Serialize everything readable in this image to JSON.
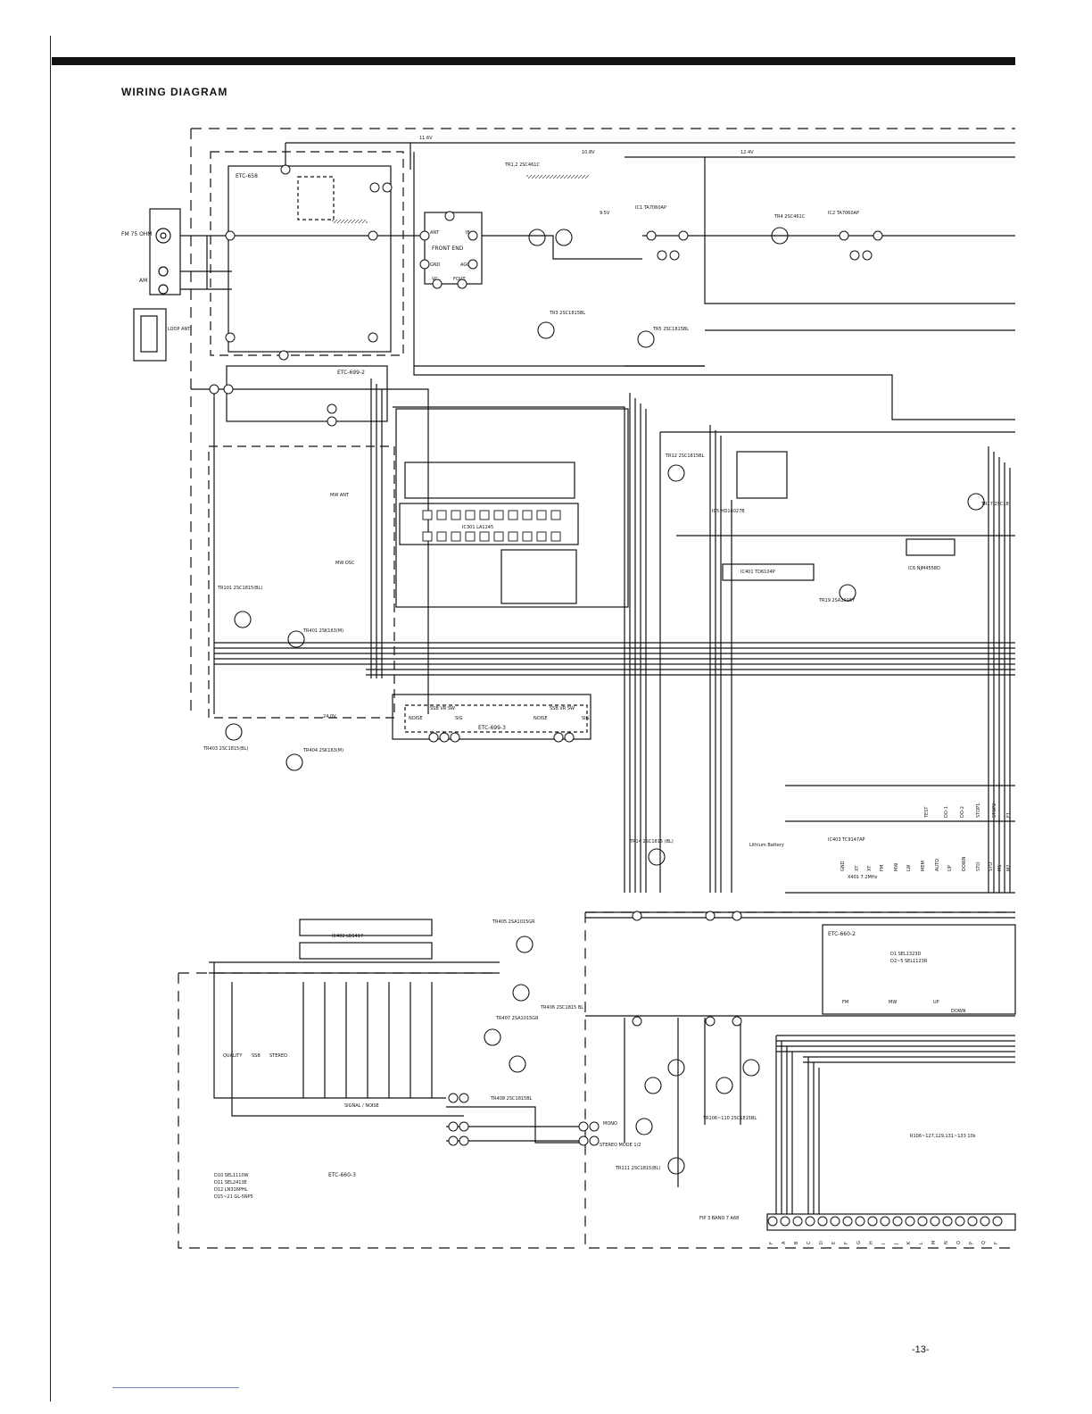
{
  "header": {
    "title": "WIRING DIAGRAM",
    "page_number": "-13-"
  },
  "boards": {
    "b658": "ETC-658",
    "b699_2": "ETC-699-2",
    "b699_3": "ETC-699-3",
    "b660_2": "ETC-660-2",
    "b660_3": "ETC-660-3"
  },
  "io": {
    "fm_ant": "FM 75 OHM",
    "am": "AM",
    "loop_ant": "LOOP ANT",
    "mw_ant": "MW ANT",
    "mw_osc": "MW OSC"
  },
  "front_end": {
    "title": "FRONT END",
    "ant": "ANT",
    "if": "IF",
    "gnd": "GND",
    "agc": "AGC",
    "vc": "VC",
    "fout": "FOUT"
  },
  "ics": {
    "ic1": "IC1 TA7060AP",
    "ic2": "IC2 TA7060AP",
    "ic5": "IC5 HD14027B",
    "ic6": "IC6 NJM4558D",
    "ic301": "IC301 LA1245",
    "ic401": "IC401 TD6104P",
    "ic402": "IC402 LB1417",
    "ic403": "IC403 TC9147AP"
  },
  "transistors": {
    "tr1": "TR1,2 2SC461C",
    "tr3": "TR3 2SC1815BL",
    "tr4": "TR4 2SC461C",
    "tr5": "TR5 2SC1815BL",
    "tr12": "TR12 2SC1815BL",
    "tr17": "TR17 2SC18",
    "tr19": "TR19 2SA1015Y",
    "tr101": "TR101 2SC1815(BL)",
    "tr401": "TR401 2SK163(M)",
    "tr403": "TR403 2SC1815(BL)",
    "tr404": "TR404 2SK163(M)",
    "tr405": "TR405 2SA1015GR",
    "tr406": "TR406 2SC1815 BL",
    "tr407": "TR407 2SA1015GR",
    "tr408": "TR408 2SC1815BL",
    "tr14": "TR14 2SC1815 (BL)",
    "tr106": "TR106~110 2SC1815BL",
    "tr111": "TR111 2SC1815(BL)"
  },
  "switches": {
    "ssb_vr_sw": "SSB VR SW",
    "noise": "NOISE",
    "sig": "SIG"
  },
  "labels": {
    "signal_noise": "SIGNAL / NOISE",
    "quality": "QUALITY",
    "ssb": "SSB",
    "stereo": "STEREO",
    "mono": "MONO",
    "stereo_mode": "STEREO MODE 1/2",
    "lithium_battery": "Lithium Battery",
    "fip": "FIP 3 BAND 7 A68",
    "x401": "X401 7.2MHz",
    "fm": "FM",
    "mw": "MW",
    "up": "UP",
    "down": "DOWN",
    "d1": "D1 SEL1323D",
    "d2": "D2~5 SEL1123R",
    "r106_note": "R106~127,129,131~133 10k"
  },
  "legend_notes": [
    "D10 SEL1110W",
    "D11 SEL2413E",
    "D12 LN316PHL",
    "D15~21 GL-5NP5"
  ],
  "voltages": {
    "v_11_6": "11.6V",
    "v_10_8": "10.8V",
    "v_12_4": "12.4V",
    "v_9_5": "9.5V",
    "v_24": "24.0V"
  },
  "pins_ic403": [
    "TEST",
    "DO-1",
    "DO-2",
    "STOP1",
    "STOP2",
    "E1"
  ],
  "pins_ic403_low": [
    "GND",
    "XT",
    "XT",
    "FM",
    "MW",
    "LW",
    "MEM",
    "AUTO",
    "UP",
    "DOWN",
    "STO",
    "STO",
    "M1",
    "M2"
  ],
  "pins_fip": [
    "F",
    "A",
    "B",
    "C",
    "D",
    "E",
    "F",
    "G",
    "H",
    "I",
    "J",
    "K",
    "L",
    "M",
    "N",
    "O",
    "P",
    "Q",
    "F"
  ]
}
